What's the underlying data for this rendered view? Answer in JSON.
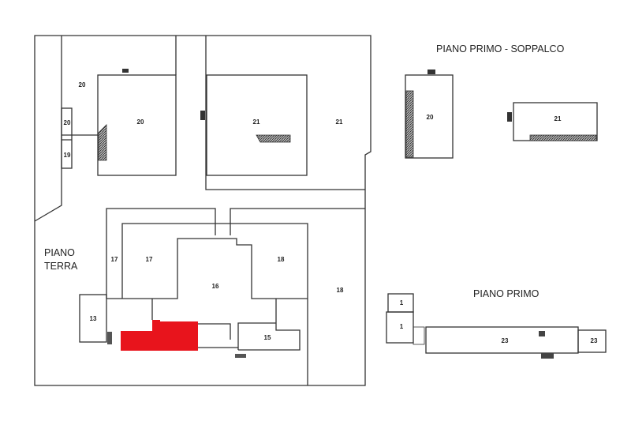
{
  "floors": {
    "ground": "PIANO TERRA",
    "ground_line1": "PIANO",
    "ground_line2": "TERRA",
    "mezzanine": "PIANO PRIMO - SOPPALCO",
    "first": "PIANO PRIMO"
  },
  "rooms": {
    "r20a": "20",
    "r20b": "20",
    "r20c": "20",
    "r19": "19",
    "r21a": "21",
    "r21b": "21",
    "r17a": "17",
    "r17b": "17",
    "r16": "16",
    "r18a": "18",
    "r18b": "18",
    "r13": "13",
    "r15": "15",
    "m20": "20",
    "m21": "21",
    "p1a": "1",
    "p1b": "1",
    "p23a": "23",
    "p23b": "23"
  },
  "colors": {
    "highlight": "#e8141c",
    "walls": "#333333"
  }
}
